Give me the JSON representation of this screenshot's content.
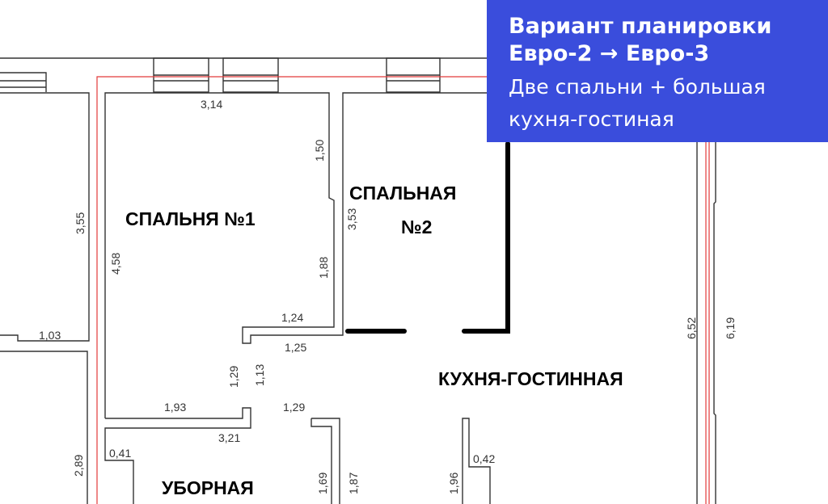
{
  "overlay": {
    "title_line1": "Вариант планировки",
    "title_line2": "Евро-2 → Евро-3",
    "subtitle_line1": "Две спальни + большая",
    "subtitle_line2": "кухня-гостиная",
    "background_color": "#3a4ddc"
  },
  "rooms": {
    "bedroom1": "СПАЛЬНЯ №1",
    "bedroom2_line1": "СПАЛЬНАЯ",
    "bedroom2_line2": "№2",
    "kitchen_living": "КУХНЯ-ГОСТИННАЯ",
    "toilet": "УБОРНАЯ"
  },
  "dimensions": {
    "d314": "3,14",
    "d150": "1,50",
    "d355": "3,55",
    "d458": "4,58",
    "d353": "3,53",
    "d188": "1,88",
    "d124": "1,24",
    "d125": "1,25",
    "d103": "1,03",
    "d129a": "1,29",
    "d113": "1,13",
    "d193": "1,93",
    "d129b": "1,29",
    "d321": "3,21",
    "d289": "2,89",
    "d041": "0,41",
    "d169": "1,69",
    "d187": "1,87",
    "d196": "1,96",
    "d042": "0,42",
    "d652": "6,52",
    "d619": "6,19"
  }
}
